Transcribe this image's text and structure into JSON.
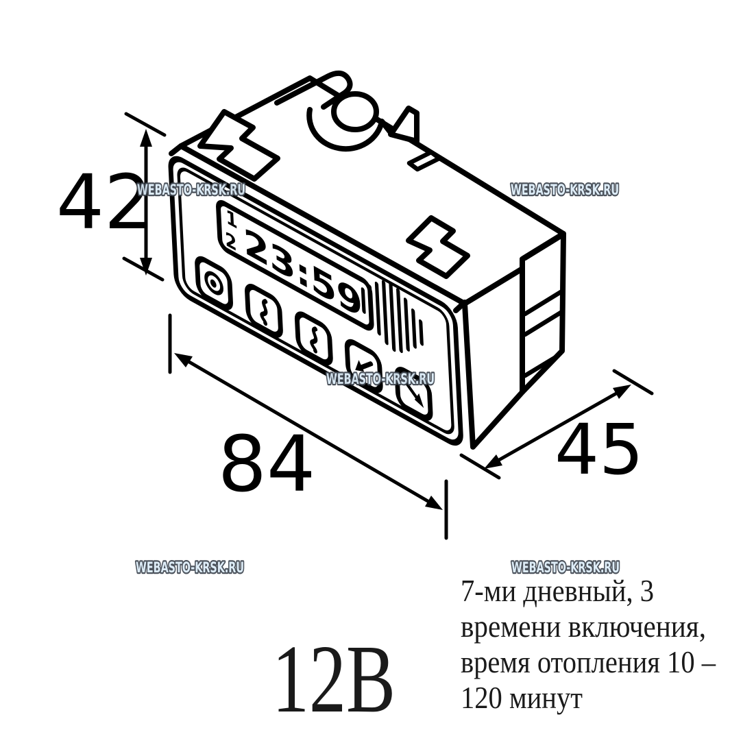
{
  "watermark": "WEBASTO-KRSK.RU",
  "display": {
    "indicator_1": "1",
    "indicator_2": "2",
    "time": "23:59"
  },
  "dimensions": {
    "height_mm": "42",
    "width_mm": "84",
    "depth_mm": "45"
  },
  "voltage_label": "12В",
  "description_lines": [
    "7-ми дневный, 3",
    "времени включения,",
    "время отопления 10 –",
    "120 минут"
  ],
  "colors": {
    "line": "#000000",
    "background": "#ffffff",
    "watermark_fill": "#dcecf8",
    "watermark_outline": "#3f4650"
  }
}
